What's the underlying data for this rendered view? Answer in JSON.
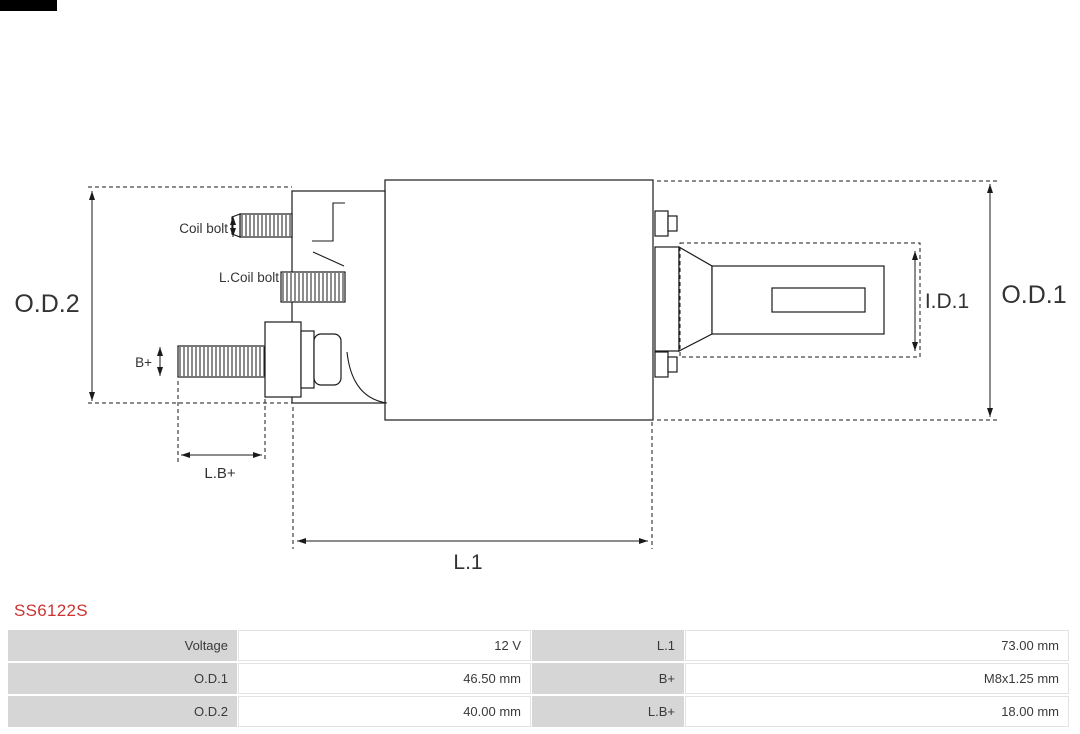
{
  "part_number": "SS6122S",
  "accent_color": "#cc3333",
  "diagram": {
    "labels": {
      "od2": "O.D.2",
      "od1": "O.D.1",
      "id1": "I.D.1",
      "l1": "L.1",
      "lb_plus": "L.B+",
      "coil_bolt": "Coil bolt",
      "l_coil_bolt": "L.Coil bolt",
      "b_plus": "B+"
    }
  },
  "specs": {
    "rows": [
      {
        "c0label": "Voltage",
        "c0value": "12 V",
        "c1label": "L.1",
        "c1value": "73.00 mm"
      },
      {
        "c0label": "O.D.1",
        "c0value": "46.50 mm",
        "c1label": "B+",
        "c1value": "M8x1.25 mm"
      },
      {
        "c0label": "O.D.2",
        "c0value": "40.00 mm",
        "c1label": "L.B+",
        "c1value": "18.00 mm"
      }
    ]
  }
}
